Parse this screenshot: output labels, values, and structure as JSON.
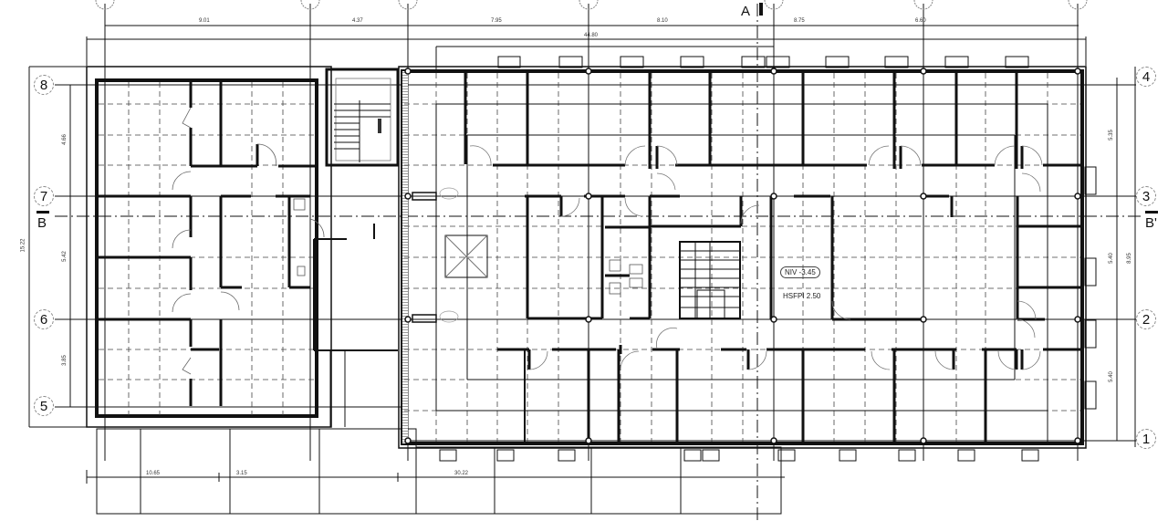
{
  "drawing": {
    "type": "architectural floor plan",
    "background": "#ffffff",
    "line_color": "#111111"
  },
  "grid_axes": {
    "vertical_bubbles_left": [
      "8",
      "7",
      "6",
      "5"
    ],
    "vertical_bubbles_right": [
      "4",
      "3",
      "2",
      "1"
    ]
  },
  "section_marks": {
    "a": "A",
    "b": "B",
    "b_prime": "B'"
  },
  "dimensions": {
    "top_row": [
      "9.01",
      "4.37",
      "7.95",
      "8.10",
      "8.75",
      "6.60"
    ],
    "top_overall": "44.80",
    "left_segments": [
      "4.66",
      "5.42",
      "3.85"
    ],
    "left_overall": "15.22",
    "right_segments": [
      "5.35",
      "5.40",
      "5.40"
    ],
    "right_overall": "8.95",
    "bottom_segments": [
      "10.65",
      "3.15",
      "30.22"
    ]
  },
  "annotations": {
    "level_tag": "NIV -3.45",
    "height_tag": "HSFPI 2.50"
  }
}
